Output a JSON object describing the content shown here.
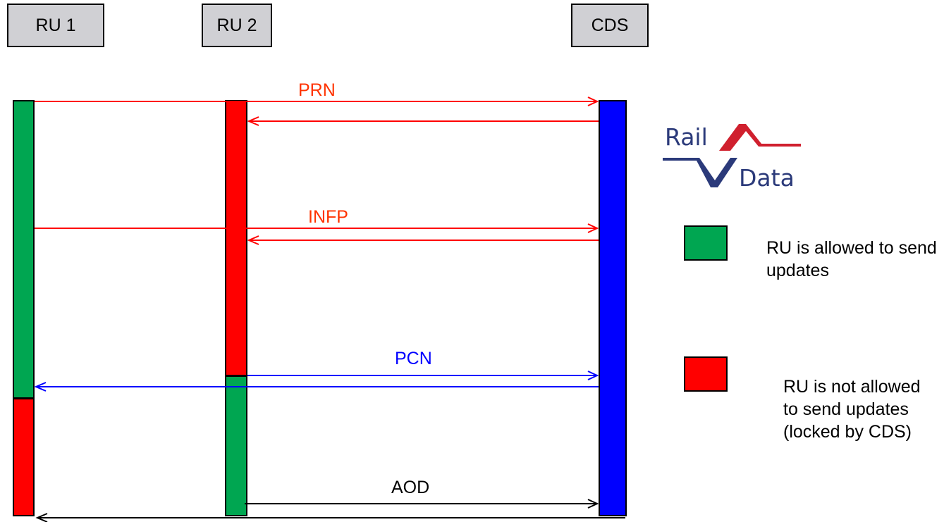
{
  "actors": {
    "ru1": "RU 1",
    "ru2": "RU 2",
    "cds": "CDS"
  },
  "messages": {
    "prn": "PRN",
    "infp": "INFP",
    "pcn": "PCN",
    "aod": "AOD"
  },
  "logo": {
    "line1": "Rail",
    "line2": "Data"
  },
  "legend": {
    "allowed": "RU is allowed to send updates",
    "not_allowed": "RU is not allowed to send updates (locked by CDS)"
  },
  "colors": {
    "allowed": "#00a651",
    "locked": "#ff0000",
    "cds": "#0000ff",
    "red_arrow": "#ff0000",
    "blue_arrow": "#0000ff",
    "black_arrow": "#000000"
  }
}
